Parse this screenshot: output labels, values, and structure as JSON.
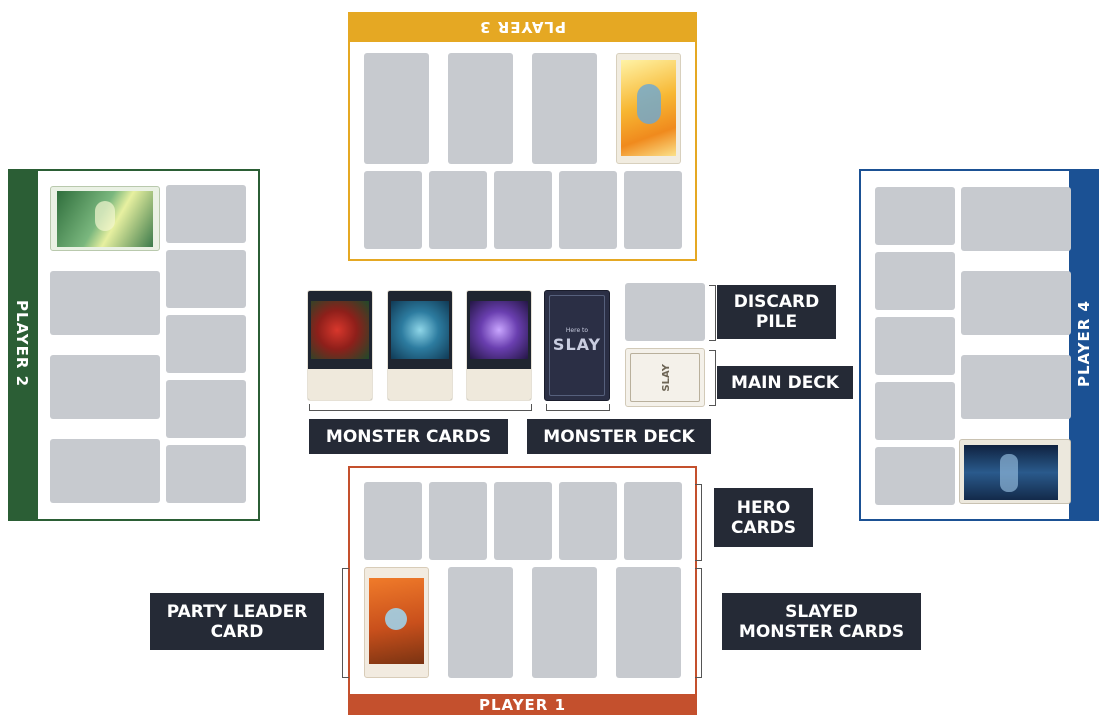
{
  "players": {
    "p1": "PLAYER 1",
    "p2": "PLAYER 2",
    "p3": "PLAYER 3",
    "p4": "PLAYER 4"
  },
  "labels": {
    "discard_line1": "DISCARD",
    "discard_line2": "PILE",
    "main_deck": "MAIN DECK",
    "monster_cards": "MONSTER CARDS",
    "monster_deck": "MONSTER DECK",
    "hero_line1": "HERO",
    "hero_line2": "CARDS",
    "party_line1": "PARTY LEADER",
    "party_line2": "CARD",
    "slayed_line1": "SLAYED",
    "slayed_line2": "MONSTER CARDS"
  },
  "deck": {
    "title_small": "Here to",
    "title_big": "SLAY"
  },
  "colors": {
    "player1": "#c4502d",
    "player2": "#2b5e35",
    "player3": "#e5a823",
    "player4": "#1b5194",
    "label_bg": "#252a36",
    "slot": "#c7cacf"
  }
}
